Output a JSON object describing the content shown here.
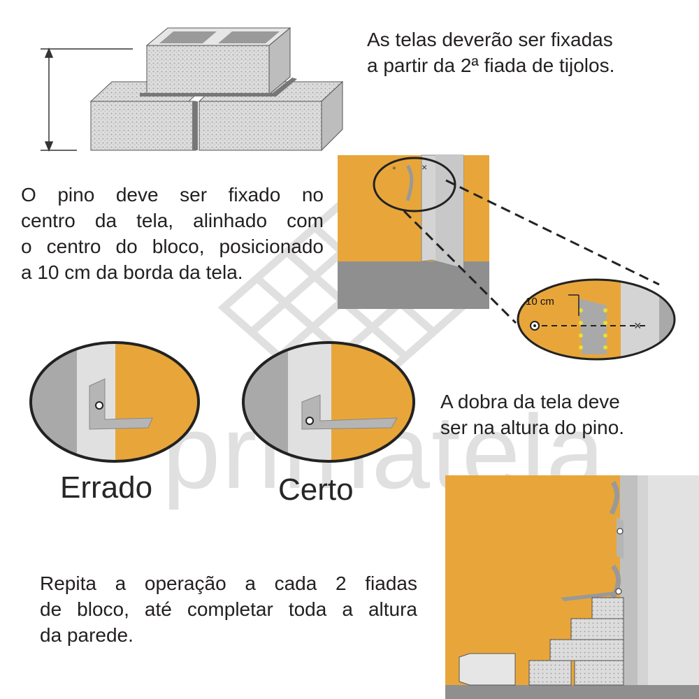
{
  "instructions": {
    "step1": [
      "As telas deverão ser fixadas",
      "a partir da 2ª fiada de tijolos."
    ],
    "step2": [
      "O pino deve ser fixado no",
      "centro da tela, alinhado com",
      "o centro do bloco, posicionado",
      "a 10 cm da borda da tela."
    ],
    "step3": [
      "A dobra da tela deve",
      "ser na altura do pino."
    ],
    "step4": [
      "Repita a operação a cada 2 fiadas",
      "de bloco, até completar toda a altura",
      "da parede."
    ]
  },
  "labels": {
    "wrong": "Errado",
    "right": "Certo",
    "distance": "10 cm"
  },
  "watermark": {
    "brand": "primatela"
  },
  "colors": {
    "orange": "#e8a63a",
    "concrete": "#d4d4d4",
    "gray": "#a9a9a9",
    "pin": "#e8e030"
  },
  "icons": [
    "height-arrow-icon",
    "pin-icon",
    "mesh-logo-icon"
  ]
}
